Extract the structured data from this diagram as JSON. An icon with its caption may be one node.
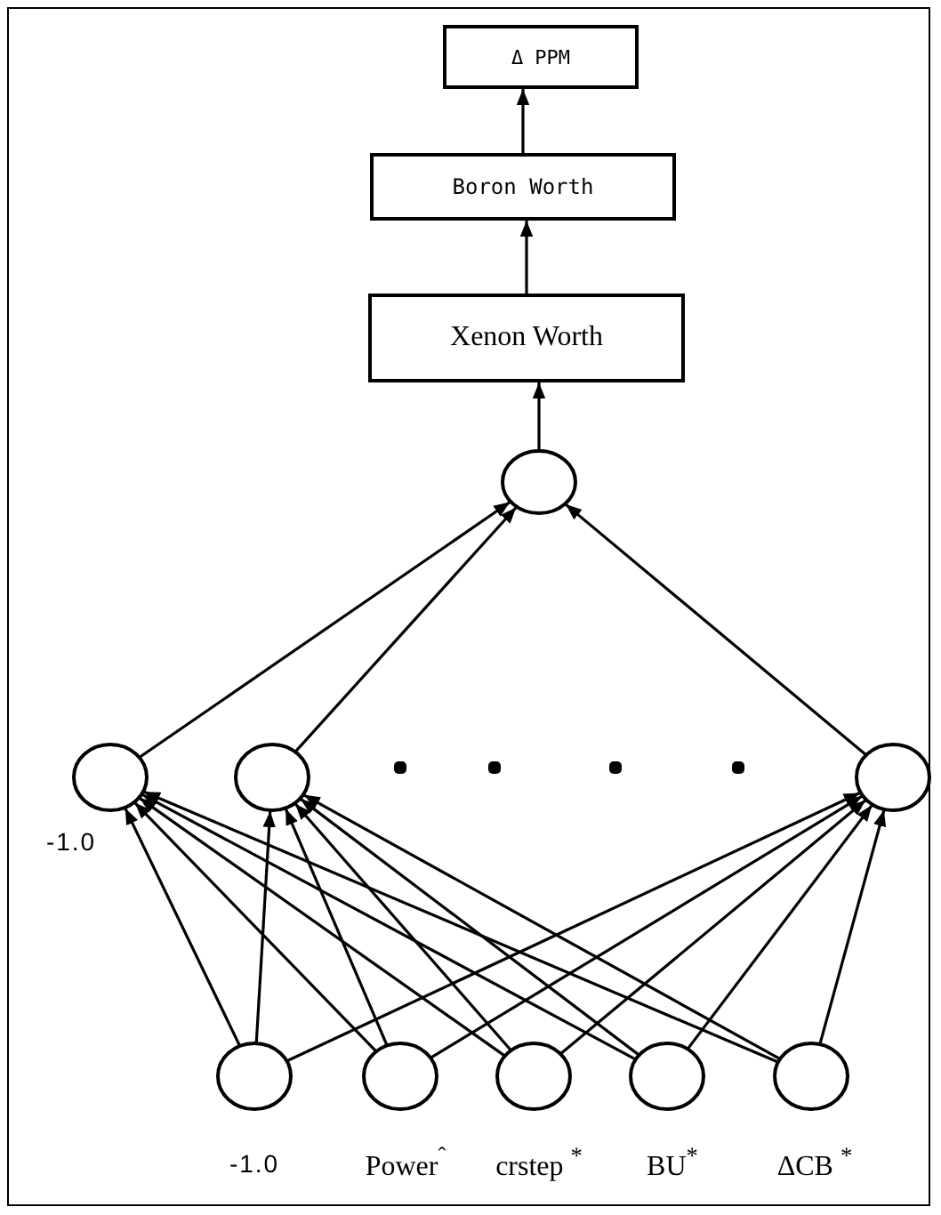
{
  "diagram": {
    "nodes": [
      {
        "text": [
          "Δ PPM"
        ]
      },
      {
        "text": [
          "Boron Worth"
        ]
      },
      {
        "text": [
          "Xenon Worth"
        ]
      },
      {
        "text": [],
        "shape": "circle"
      },
      {
        "text": [],
        "shape": "circle",
        "beside": [
          "-1.0"
        ]
      },
      {
        "text": [],
        "shape": "circle"
      },
      {
        "text": [],
        "shape": "circle"
      },
      {
        "text": [],
        "shape": "circle",
        "beside": [
          "-1.0"
        ]
      },
      {
        "text": [],
        "shape": "circle",
        "beside": [
          "Power$^{ˆ}$"
        ]
      },
      {
        "text": [],
        "shape": "circle",
        "beside": [
          "crstep $^{*}$"
        ]
      },
      {
        "text": [],
        "shape": "circle",
        "beside": [
          "BU$^{*}$"
        ]
      },
      {
        "text": [],
        "shape": "circle",
        "beside": [
          "ΔCB $^{*}$"
        ]
      }
    ],
    "edges": [
      {
        "from": 1,
        "to": 0,
        "arrow": "to"
      },
      {
        "from": 2,
        "to": 1,
        "arrow": "to"
      },
      {
        "from": 3,
        "to": 2,
        "arrow": "to"
      },
      {
        "from": 4,
        "to": 3,
        "arrow": "to"
      },
      {
        "from": 5,
        "to": 3,
        "arrow": "to"
      },
      {
        "from": 6,
        "to": 3,
        "arrow": "to"
      },
      {
        "from": 7,
        "to": 4,
        "arrow": "to"
      },
      {
        "from": 7,
        "to": 5,
        "arrow": "to"
      },
      {
        "from": 7,
        "to": 6,
        "arrow": "to"
      },
      {
        "from": 8,
        "to": 4,
        "arrow": "to"
      },
      {
        "from": 8,
        "to": 5,
        "arrow": "to"
      },
      {
        "from": 8,
        "to": 6,
        "arrow": "to"
      },
      {
        "from": 9,
        "to": 4,
        "arrow": "to"
      },
      {
        "from": 9,
        "to": 5,
        "arrow": "to"
      },
      {
        "from": 9,
        "to": 6,
        "arrow": "to"
      },
      {
        "from": 10,
        "to": 4,
        "arrow": "to"
      },
      {
        "from": 10,
        "to": 5,
        "arrow": "to"
      },
      {
        "from": 10,
        "to": 6,
        "arrow": "to"
      },
      {
        "from": 11,
        "to": 4,
        "arrow": "to"
      },
      {
        "from": 11,
        "to": 5,
        "arrow": "to"
      },
      {
        "from": 11,
        "to": 6,
        "arrow": "to"
      }
    ]
  }
}
